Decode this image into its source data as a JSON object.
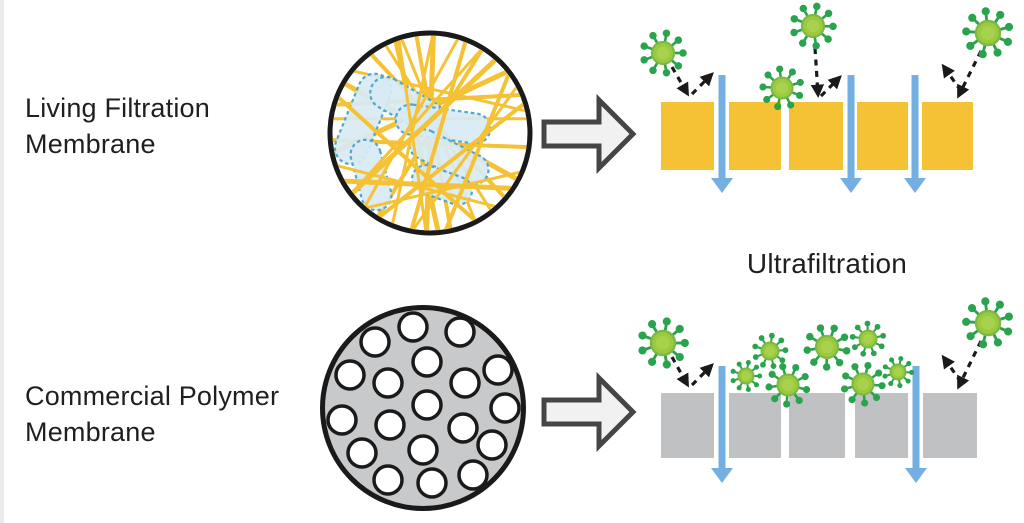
{
  "labels": {
    "living_line1": "Living Filtration",
    "living_line2": "Membrane",
    "commercial_line1": "Commercial Polymer",
    "commercial_line2": "Membrane",
    "process": "Ultrafiltration"
  },
  "colors": {
    "membrane_yellow": "#F5C235",
    "membrane_gray": "#BFC1C3",
    "fiber_yellow": "#F5C235",
    "virus_body": "#9BCA3E",
    "virus_body_inner": "#A8D24D",
    "virus_body_edge": "#7CB944",
    "virus_spike": "#2AA34E",
    "water_arrow_blue": "#74AFE2",
    "cell_fill": "#D8EAF4",
    "cell_edge": "#4FA7CB",
    "cross_section_gray": "#C7C9CB",
    "pore_white": "#FFFFFF",
    "outline_black": "#1A1A1A",
    "big_arrow_fill": "#F1F1F2",
    "big_arrow_edge": "#454545",
    "dashed_arrow": "#1A1A1A",
    "text_color": "#1F1F1F"
  },
  "figure": {
    "process": "Ultrafiltration",
    "rows": [
      {
        "name": "living-filtration-membrane",
        "cross_section": "yellow fiber mesh with blue living cells",
        "membrane_blocks": 5,
        "water_flow_arrows": 3,
        "viruses_rejected": 4,
        "viruses_fouling": 0
      },
      {
        "name": "commercial-polymer-membrane",
        "cross_section": "gray disc with round pores",
        "pores_in_cross_section": 19,
        "membrane_blocks": 5,
        "water_flow_arrows": 2,
        "viruses_rejected": 2,
        "viruses_fouling": 7
      }
    ]
  }
}
